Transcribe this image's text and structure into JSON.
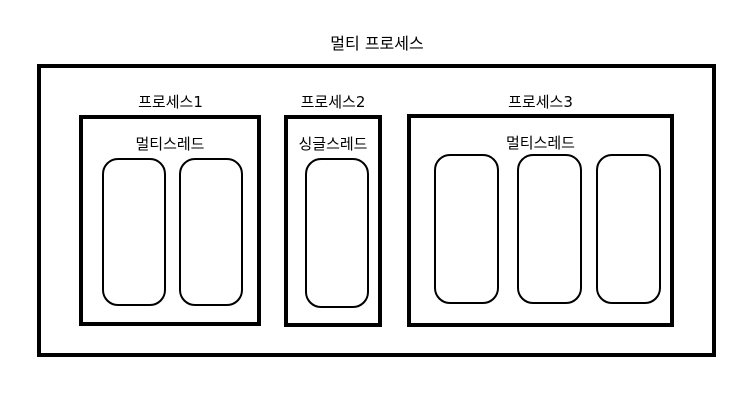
{
  "title": "멀티 프로세스",
  "processes": [
    {
      "label": "프로세스1",
      "thread_label": "멀티스레드",
      "thread_count": 2
    },
    {
      "label": "프로세스2",
      "thread_label": "싱글스레드",
      "thread_count": 1
    },
    {
      "label": "프로세스3",
      "thread_label": "멀티스레드",
      "thread_count": 3
    }
  ]
}
